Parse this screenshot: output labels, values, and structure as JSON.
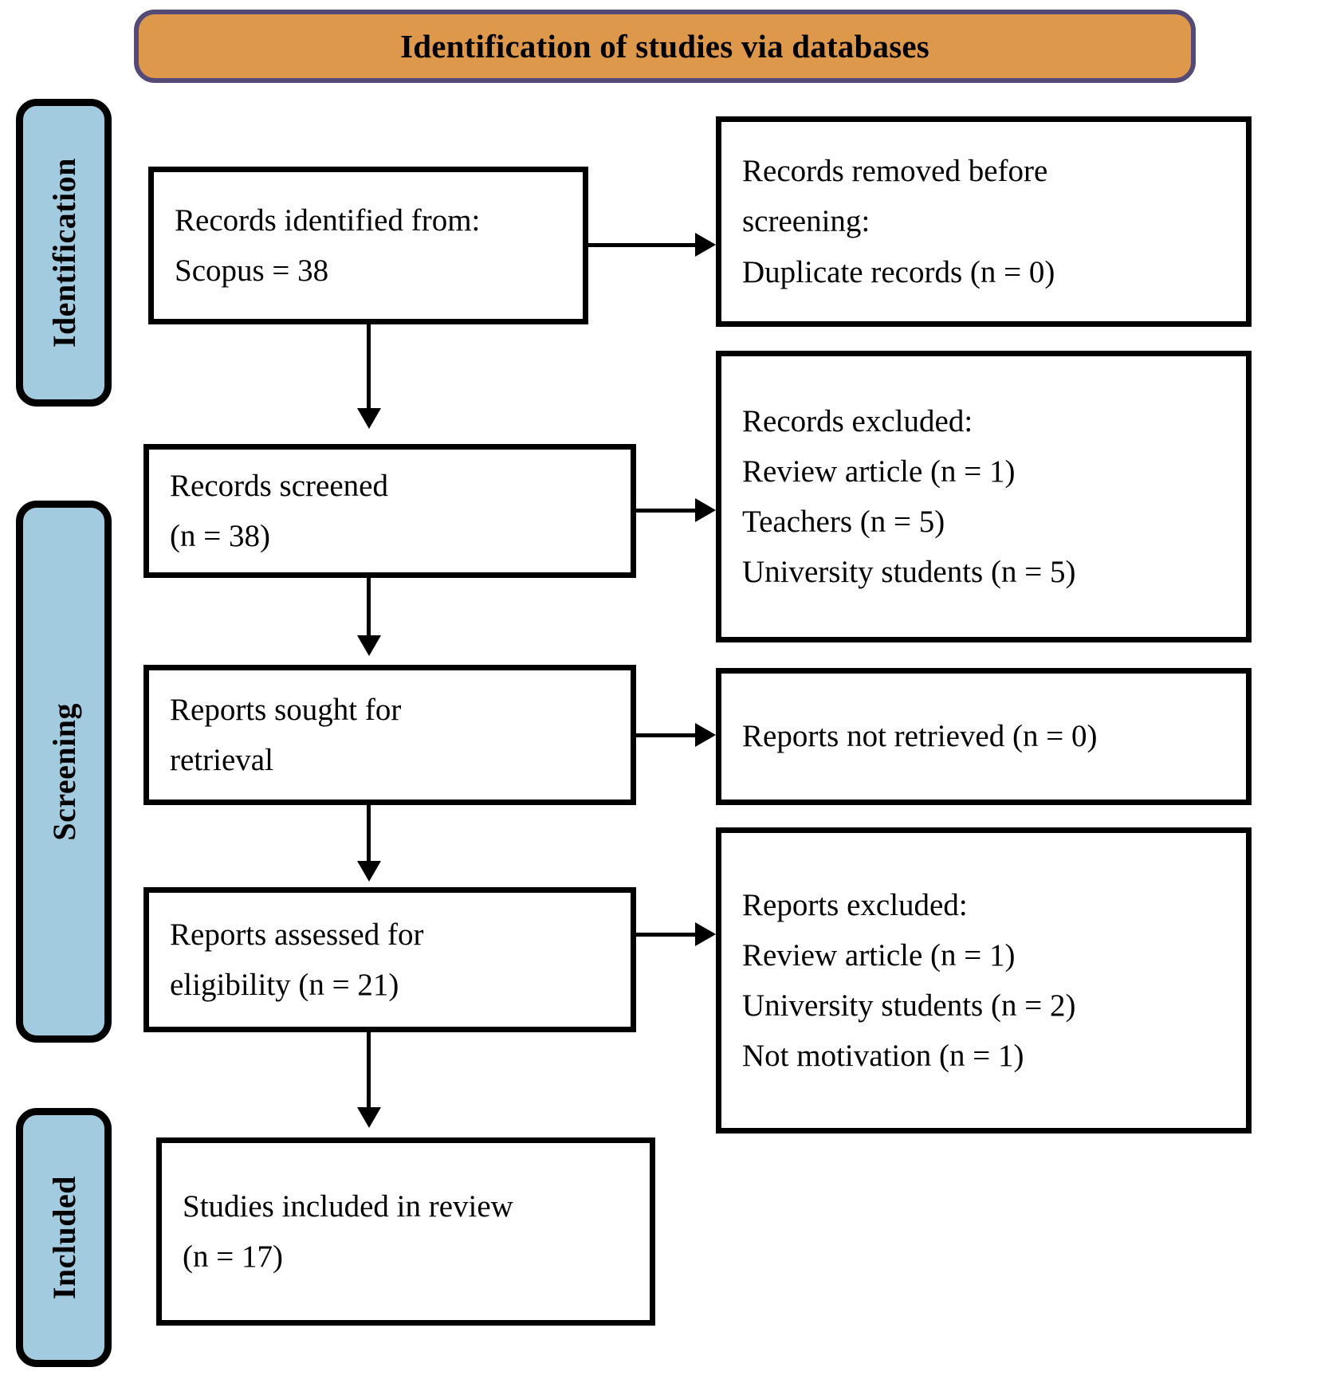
{
  "title": {
    "text": "Identification of studies via databases",
    "background_color": "#de984c",
    "border_color": "#554a75"
  },
  "stages": [
    {
      "label": "Identification",
      "background_color": "#a3cbdf"
    },
    {
      "label": "Screening",
      "background_color": "#a3cbdf"
    },
    {
      "label": "Included",
      "background_color": "#a3cbdf"
    }
  ],
  "left_boxes": {
    "identified": {
      "line1": "Records identified from:",
      "line2": "Scopus = 38"
    },
    "screened": {
      "line1": "Records screened",
      "line2": "(n = 38)"
    },
    "sought": {
      "line1": "Reports sought for",
      "line2": "retrieval"
    },
    "assessed": {
      "line1": "Reports assessed for",
      "line2": "eligibility (n = 21)"
    },
    "included": {
      "line1": "Studies included in review",
      "line2": "(n = 17)"
    }
  },
  "right_boxes": {
    "removed_before_screening": {
      "line1a": "Records removed ",
      "line1b": "before",
      "line2": "screening",
      "line2_suffix": ":",
      "line3": "Duplicate records (n = 0)"
    },
    "records_excluded": {
      "heading": "Records excluded:",
      "items": [
        "Review article (n = 1)",
        "Teachers (n = 5)",
        "University students (n = 5)"
      ]
    },
    "reports_not_retrieved": {
      "line1": "Reports not retrieved (n = 0)"
    },
    "reports_excluded": {
      "heading": "Reports excluded:",
      "items": [
        "Review article (n = 1)",
        "University students (n = 2)",
        "Not motivation (n = 1)"
      ]
    }
  }
}
